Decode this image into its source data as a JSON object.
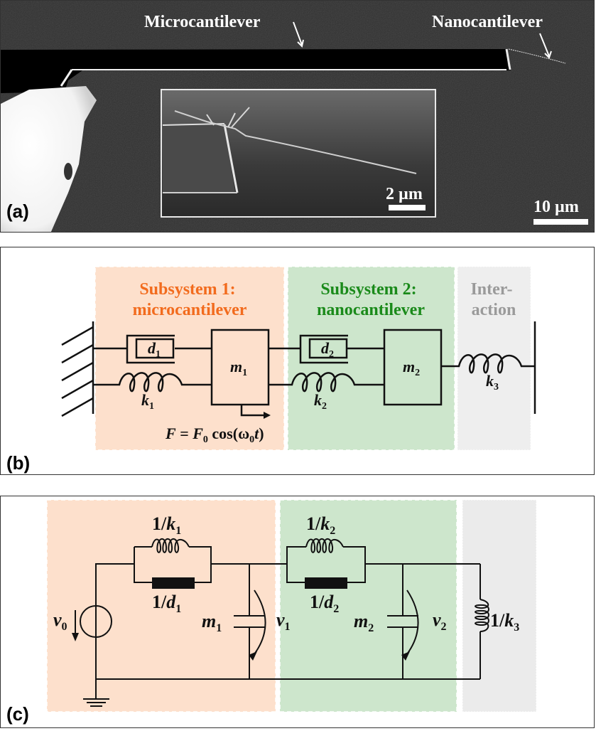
{
  "panels": {
    "a": {
      "label": "(a)",
      "annotations": {
        "microcantilever": "Microcantilever",
        "nanocantilever": "Nanocantilever"
      },
      "inset_scale_bar": "2 µm",
      "main_scale_bar": "10 µm"
    },
    "b": {
      "label": "(b)",
      "regions": {
        "subsystem1": {
          "line1": "Subsystem 1:",
          "line2": "microcantilever",
          "color": "#f26b1d",
          "bg": "#fde0cc"
        },
        "subsystem2": {
          "line1": "Subsystem 2:",
          "line2": "nanocantilever",
          "color": "#1a8a1a",
          "bg": "#cde6cc"
        },
        "interaction": {
          "line1": "Inter-",
          "line2": "action",
          "color": "#9a9a9a",
          "bg": "#eeeeee"
        }
      },
      "elements": {
        "d1": {
          "sym": "d",
          "sub": "1"
        },
        "d2": {
          "sym": "d",
          "sub": "2"
        },
        "k1": {
          "sym": "k",
          "sub": "1"
        },
        "k2": {
          "sym": "k",
          "sub": "2"
        },
        "k3": {
          "sym": "k",
          "sub": "3"
        },
        "m1": {
          "sym": "m",
          "sub": "1"
        },
        "m2": {
          "sym": "m",
          "sub": "2"
        }
      },
      "force": {
        "lhs": "F",
        "eq": " = ",
        "f": "F",
        "fsub": "0",
        "cos": " cos(ω",
        "wsub": "0",
        "t": "t",
        "close": ")"
      }
    },
    "c": {
      "label": "(c)",
      "elements": {
        "inv_k1": {
          "pre": "1/",
          "sym": "k",
          "sub": "1"
        },
        "inv_d1": {
          "pre": "1/",
          "sym": "d",
          "sub": "1"
        },
        "inv_k2": {
          "pre": "1/",
          "sym": "k",
          "sub": "2"
        },
        "inv_d2": {
          "pre": "1/",
          "sym": "d",
          "sub": "2"
        },
        "inv_k3": {
          "pre": "1/",
          "sym": "k",
          "sub": "3"
        },
        "m1": {
          "sym": "m",
          "sub": "1"
        },
        "m2": {
          "sym": "m",
          "sub": "2"
        },
        "v0": {
          "sym": "v",
          "sub": "0"
        },
        "v1": {
          "sym": "v",
          "sub": "1"
        },
        "v2": {
          "sym": "v",
          "sub": "2"
        }
      }
    }
  }
}
